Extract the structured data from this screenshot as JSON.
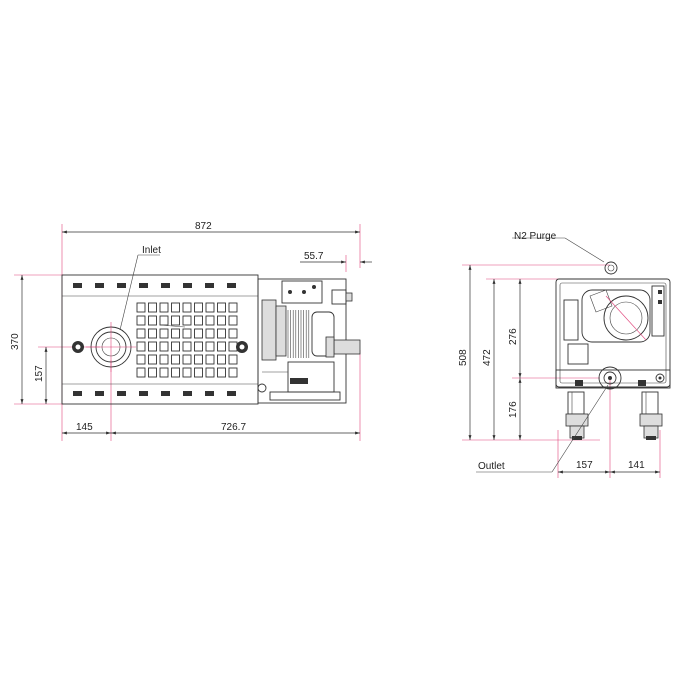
{
  "front_view": {
    "dim_overall_width": "872",
    "dim_outlet_offset": "55.7",
    "dim_height": "370",
    "dim_inlet_height": "157",
    "dim_inlet_x": "145",
    "dim_body": "726.7",
    "label_inlet": "Inlet"
  },
  "side_view": {
    "label_n2_purge": "N2 Purge",
    "label_outlet": "Outlet",
    "dim_total_height": "508",
    "dim_frame_height": "472",
    "dim_upper": "276",
    "dim_lower": "176",
    "dim_left": "157",
    "dim_right": "141"
  }
}
